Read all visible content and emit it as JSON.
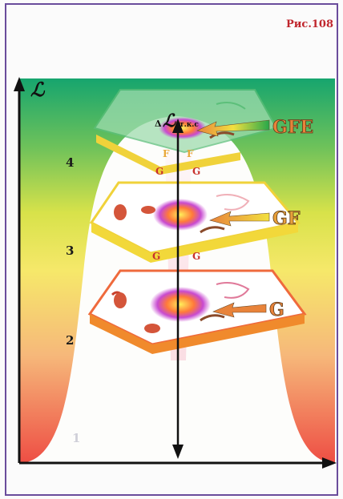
{
  "figure_label": "Рис.108",
  "axis": {
    "y_symbol": "ℒ"
  },
  "delta": {
    "prefix": "Δ",
    "symbol": "ℒ",
    "subscript": "т.к.с"
  },
  "levels": [
    "4",
    "3",
    "2",
    "1"
  ],
  "arrows": [
    "GFE",
    "GF",
    "G"
  ],
  "layer_letters": {
    "top_f": [
      "F",
      "F"
    ],
    "top_g": [
      "G",
      "G"
    ],
    "mid_g": [
      "G",
      "G"
    ]
  },
  "colors": {
    "frame": "#6a4c9c",
    "label_red": "#c0262d",
    "top_green": "#1aa36a",
    "mid_yellow": "#f0e23a",
    "bottom_red": "#ef4c3c"
  }
}
